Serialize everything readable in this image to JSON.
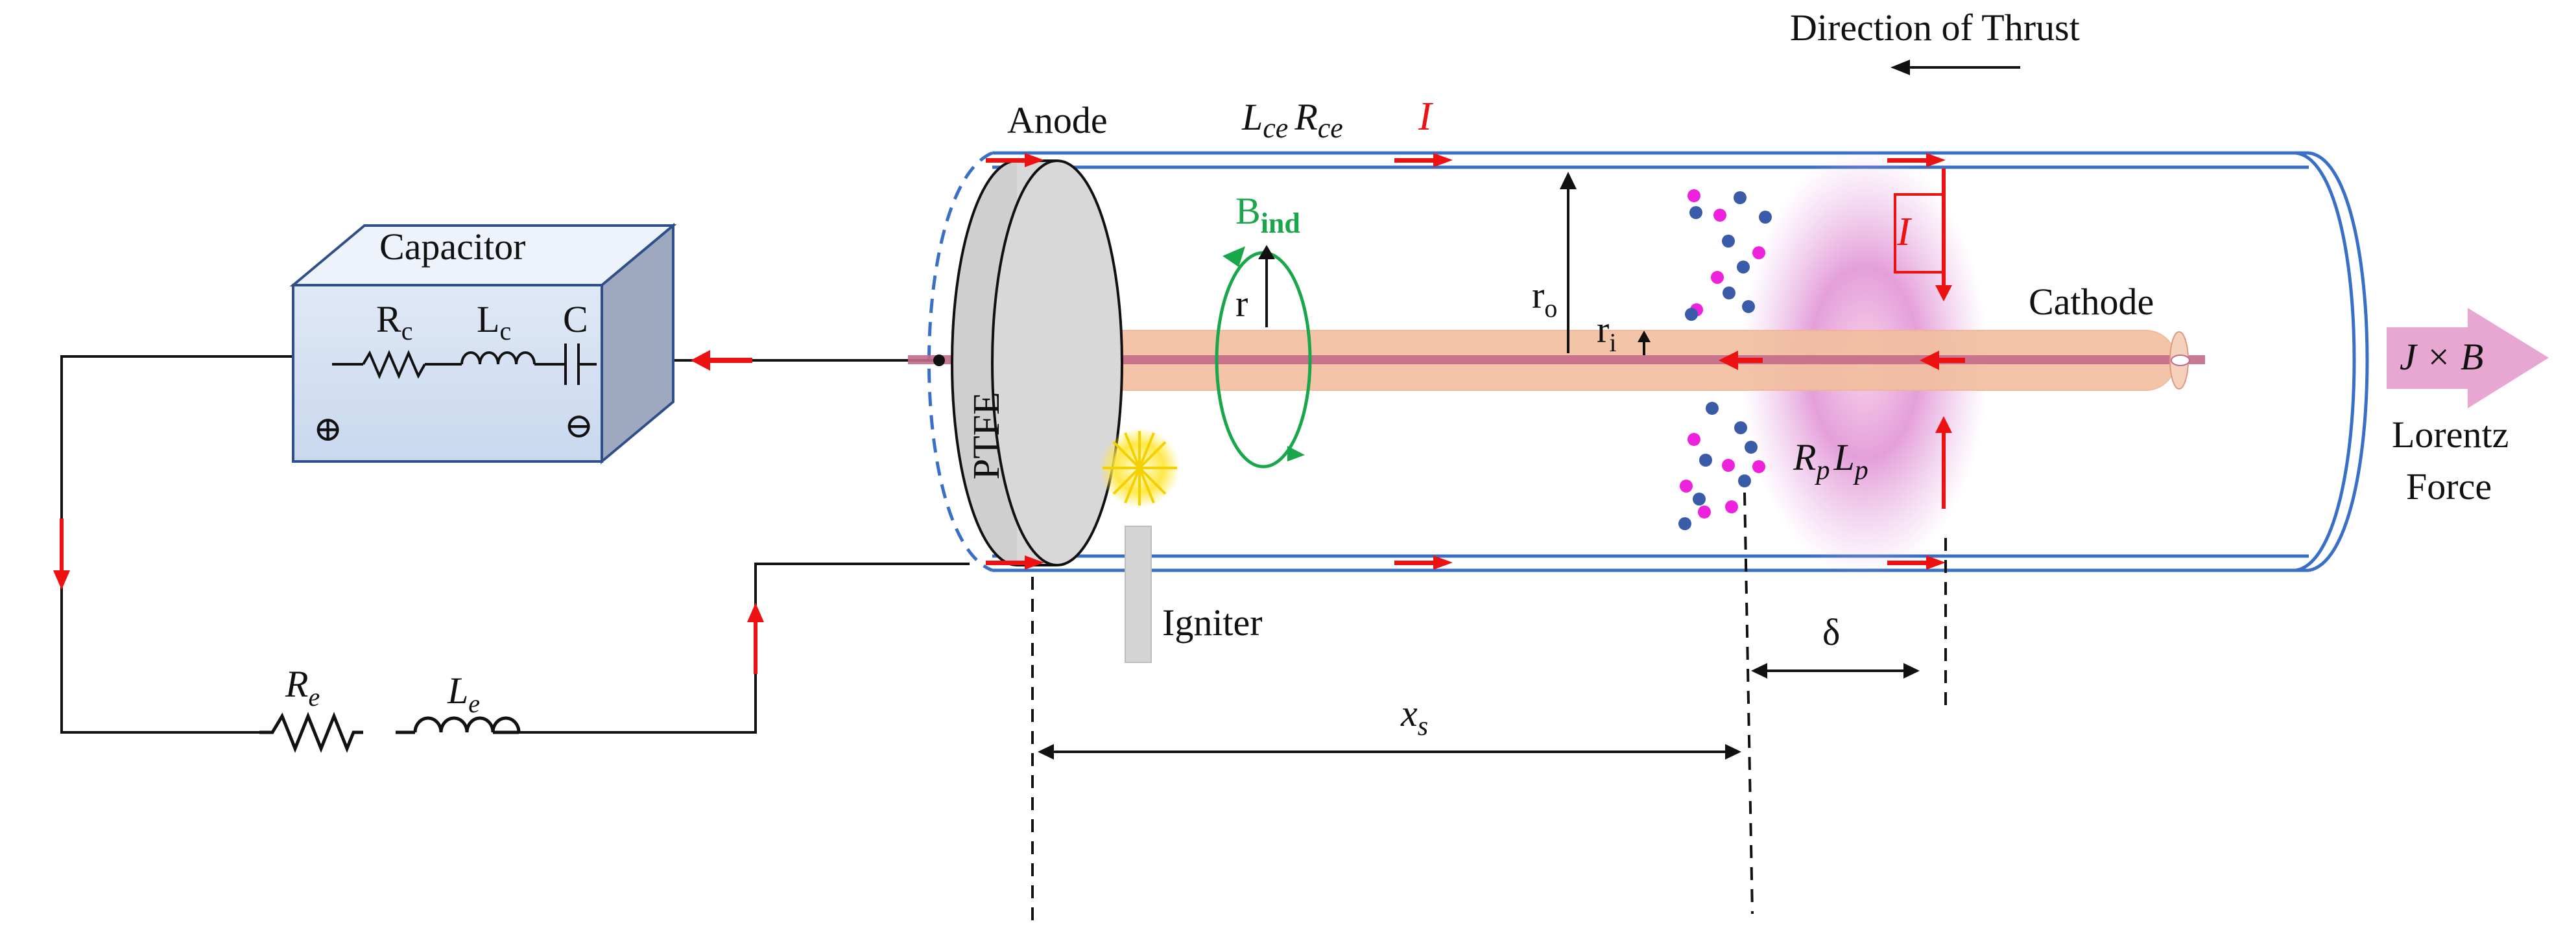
{
  "direction": {
    "text": "Direction of Thrust"
  },
  "anode": {
    "label": "Anode"
  },
  "tube": {
    "inductance_L": "L",
    "inductance_sub": "ce",
    "resistance_R": "R",
    "resistance_sub": "ce",
    "current_label": "I"
  },
  "capacitor": {
    "title": "Capacitor",
    "rc": "R",
    "rc_sub": "c",
    "lc": "L",
    "lc_sub": "c",
    "c": "C",
    "plus": "⊕",
    "minus": "⊖"
  },
  "field": {
    "b": "B",
    "b_sub": "ind",
    "r": "r"
  },
  "radii": {
    "ro": "r",
    "ro_sub": "o",
    "ri": "r",
    "ri_sub": "i"
  },
  "box_current": {
    "label": "I"
  },
  "cathode": {
    "label": "Cathode"
  },
  "ptfe": {
    "label": "PTFE"
  },
  "igniter": {
    "label": "Igniter"
  },
  "plasma": {
    "rp": "R",
    "rp_sub": "p",
    "lp": "L",
    "lp_sub": "p"
  },
  "delta": {
    "label": "δ"
  },
  "xs": {
    "x": "x",
    "sub": "s"
  },
  "external": {
    "re": "R",
    "re_sub": "e",
    "le": "L",
    "le_sub": "e"
  },
  "force": {
    "jxb": "J × B",
    "line1": "Lorentz",
    "line2": "Force"
  },
  "colors": {
    "tube": "#3a6fc8",
    "current": "#ee1111",
    "field": "#1aa64a",
    "plasma": "#c455c9",
    "cathode": "#f2bfa0",
    "capacitor": "#d6e2f4",
    "arrow_force": "#e8a6d2",
    "particle_blue": "#3a5ca8",
    "particle_magenta": "#ee22dd"
  }
}
